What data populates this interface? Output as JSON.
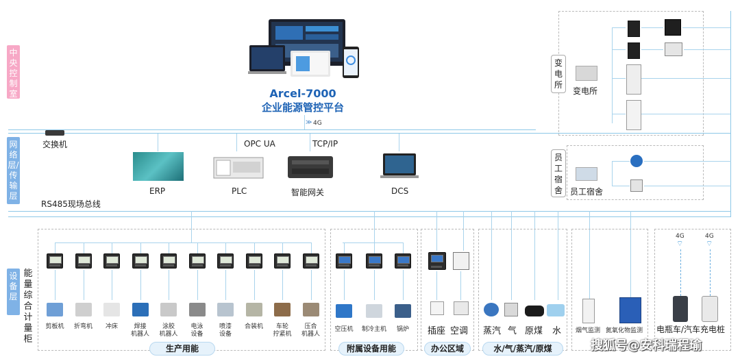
{
  "platform": {
    "name": "Arcel-7000",
    "subtitle": "企业能源管控平台",
    "link": "4G"
  },
  "layers": {
    "central": "中央控制室",
    "network": "网络层/传输层",
    "device": "设备层"
  },
  "network": {
    "switch": "交换机",
    "protocol_opc": "OPC UA",
    "protocol_tcp": "TCP/IP",
    "bus": "RS485现场总线",
    "nodes": [
      "ERP",
      "PLC",
      "智能网关",
      "DCS"
    ]
  },
  "substation": {
    "tag": "变电所",
    "name": "变电所"
  },
  "dorm": {
    "tag": "员工宿舍",
    "name": "员工宿舍"
  },
  "metering_cabinet": "能量综合计量柜",
  "production": {
    "machines": [
      "剪板机",
      "折弯机",
      "冲床",
      "焊接机器人",
      "涂胶机器人",
      "电泳设备",
      "喷漆设备",
      "合装机",
      "车轮拧紧机",
      "压合机器人"
    ],
    "footer": "生产用能"
  },
  "auxiliary": {
    "machines": [
      "空压机",
      "制冷主机",
      "锅炉"
    ],
    "footer": "附属设备用能"
  },
  "office": {
    "items": [
      "插座",
      "空调"
    ],
    "footer": "办公区域"
  },
  "utilities": {
    "items": [
      "蒸汽",
      "气",
      "原煤",
      "水"
    ],
    "footer": "水/气/蒸汽/原煤"
  },
  "monitoring": {
    "items": [
      "烟气监测",
      "氮氧化物监测"
    ]
  },
  "ev": {
    "signals": [
      "4G",
      "4G"
    ],
    "label": "电瓶车/汽车充电桩"
  },
  "watermark": "搜狐号@安科瑞程瑜"
}
